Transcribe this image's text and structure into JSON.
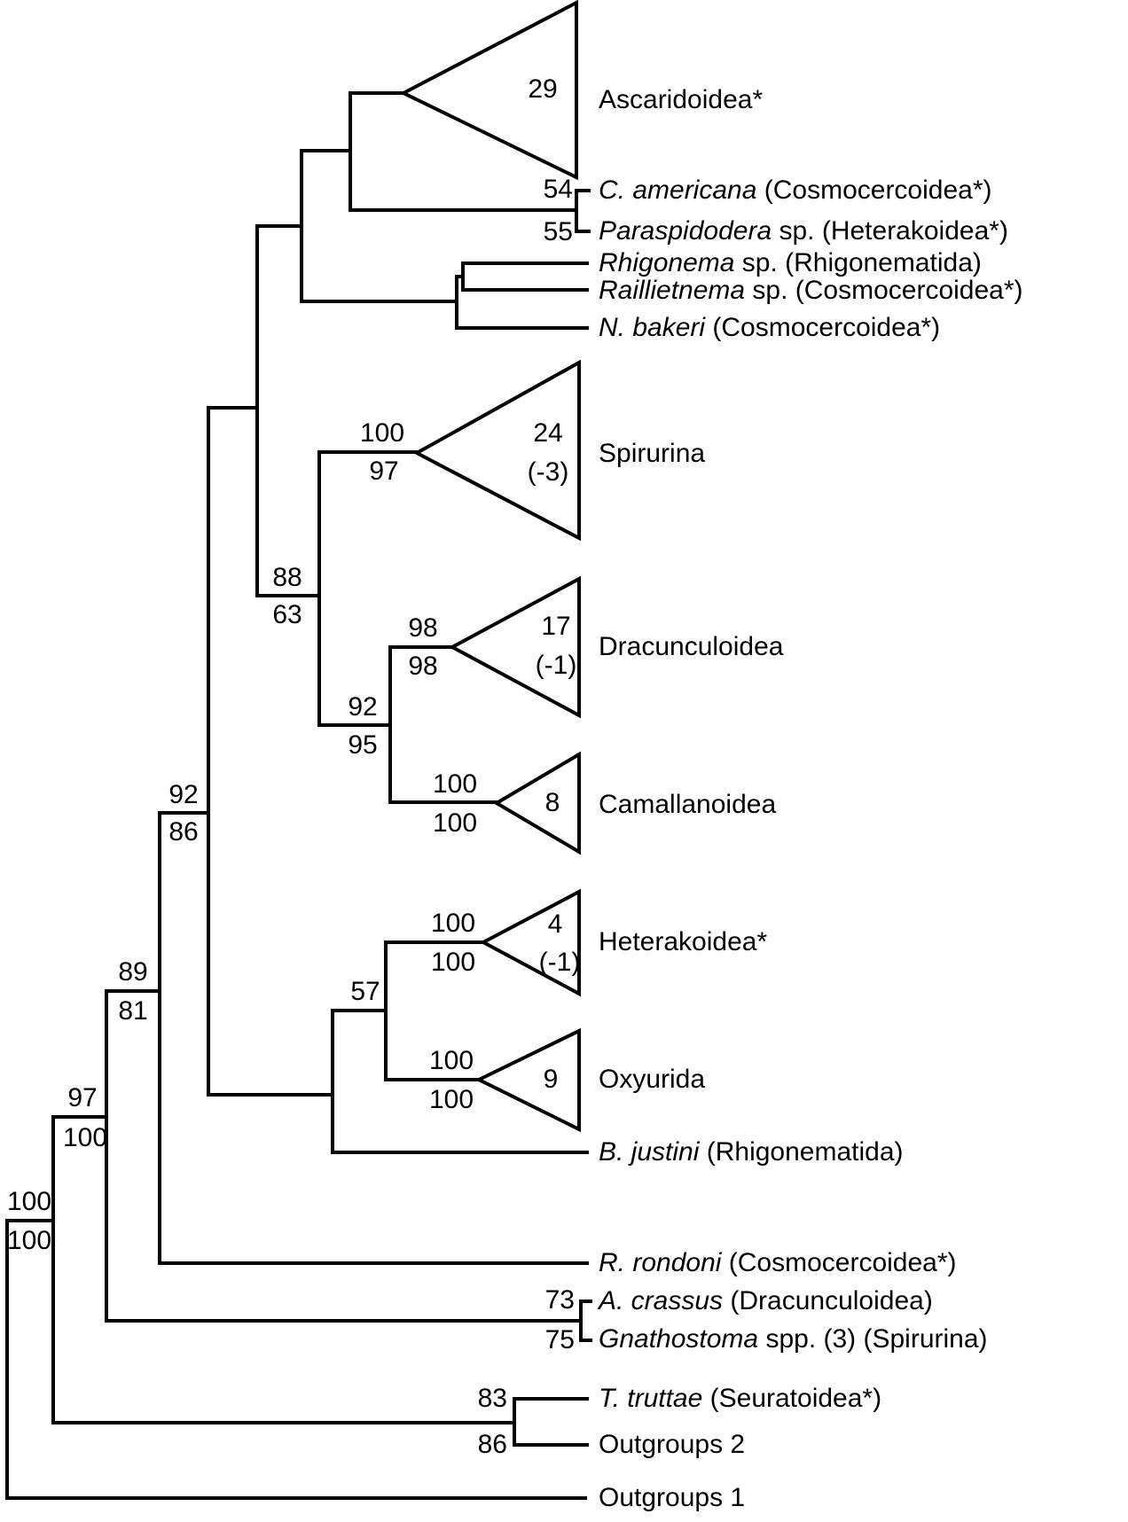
{
  "figure": {
    "background": "#ffffff",
    "line_color": "#000000",
    "text_color": "#000000"
  },
  "tree": {
    "tips": [
      {
        "em": "",
        "rest": "Ascaridoidea*"
      },
      {
        "em": "C. americana",
        "rest": " (Cosmocercoidea*)"
      },
      {
        "em": "Paraspidodera",
        "rest": " sp. (Heterakoidea*)"
      },
      {
        "em": "Rhigonema",
        "rest": " sp. (Rhigonematida)"
      },
      {
        "em": "Raillietnema",
        "rest": " sp. (Cosmocercoidea*)"
      },
      {
        "em": "N. bakeri",
        "rest": " (Cosmocercoidea*)"
      },
      {
        "em": "",
        "rest": "Spirurina"
      },
      {
        "em": "",
        "rest": "Dracunculoidea"
      },
      {
        "em": "",
        "rest": "Camallanoidea"
      },
      {
        "em": "",
        "rest": "Heterakoidea*"
      },
      {
        "em": "",
        "rest": "Oxyurida"
      },
      {
        "em": "B. justini",
        "rest": " (Rhigonematida)"
      },
      {
        "em": "R. rondoni",
        "rest": " (Cosmocercoidea*)"
      },
      {
        "em": "A. crassus",
        "rest": " (Dracunculoidea)"
      },
      {
        "em": "Gnathostoma",
        "rest": " spp.  (3) (Spirurina)"
      },
      {
        "em": "T. truttae",
        "rest": " (Seuratoidea*)"
      },
      {
        "em": "",
        "rest": "Outgroups 2"
      },
      {
        "em": "",
        "rest": "Outgroups 1"
      }
    ],
    "triangles": [
      {
        "clade": "Ascaridoidea",
        "label": "29",
        "sub": ""
      },
      {
        "clade": "Spirurina",
        "label": "24",
        "sub": "(-3)"
      },
      {
        "clade": "Dracunculoidea",
        "label": "17",
        "sub": "(-1)"
      },
      {
        "clade": "Camallanoidea",
        "label": "8",
        "sub": ""
      },
      {
        "clade": "Heterakoidea",
        "label": "4",
        "sub": "(-1)"
      },
      {
        "clade": "Oxyurida",
        "label": "9",
        "sub": ""
      }
    ],
    "supports": [
      {
        "above": "54",
        "below": "55"
      },
      {
        "above": "100",
        "below": "97"
      },
      {
        "above": "88",
        "below": "63"
      },
      {
        "above": "98",
        "below": "98"
      },
      {
        "above": "92",
        "below": "95"
      },
      {
        "above": "100",
        "below": "100"
      },
      {
        "above": "92",
        "below": "86"
      },
      {
        "above": "100",
        "below": "100"
      },
      {
        "above": "57",
        "below": ""
      },
      {
        "above": "100",
        "below": "100"
      },
      {
        "above": "89",
        "below": "81"
      },
      {
        "above": "97",
        "below": "100"
      },
      {
        "above": "73",
        "below": "75"
      },
      {
        "above": "100",
        "below": "100"
      },
      {
        "above": "83",
        "below": "86"
      }
    ]
  }
}
